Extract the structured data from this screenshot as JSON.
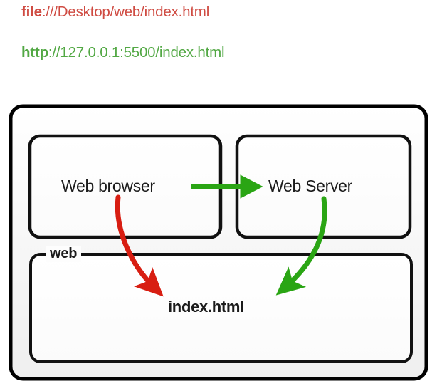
{
  "urls": [
    {
      "id": "file-url",
      "scheme": "file",
      "rest": ":///Desktop/web/index.html",
      "color": "#cf4b42"
    },
    {
      "id": "http-url",
      "scheme": "http",
      "rest": "://127.0.0.1:5500/index.html",
      "color": "#52a844"
    }
  ],
  "diagram": {
    "title": "",
    "nodes": {
      "web_browser": "Web browser",
      "web_server": "Web Server",
      "index_file": "index.html",
      "web_folder": "web"
    },
    "arrows": [
      {
        "name": "browser-to-server",
        "from": "Web browser",
        "to": "Web Server",
        "color": "#2aa514",
        "style": "straight"
      },
      {
        "name": "browser-to-index",
        "from": "Web browser",
        "to": "index.html",
        "color": "#d81e12",
        "style": "curved"
      },
      {
        "name": "server-to-index",
        "from": "Web Server",
        "to": "index.html",
        "color": "#2aa514",
        "style": "curved"
      }
    ],
    "colors": {
      "outline": "#000000",
      "panel_fill": "#fdfdfd",
      "canvas": "#ffffff",
      "red_accent": "#d81e12",
      "green_accent": "#2aa514"
    }
  }
}
